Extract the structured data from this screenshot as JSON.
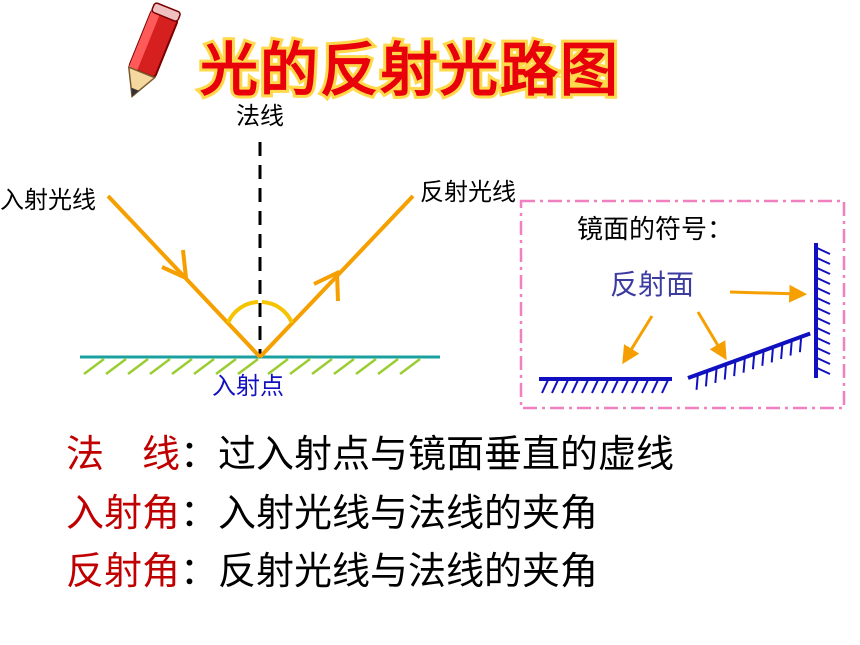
{
  "title": "光的反射光路图",
  "diagram": {
    "normal_label": "法线",
    "incident_ray_label": "入射光线",
    "reflected_ray_label": "反射光线",
    "incidence_point_label": "入射点"
  },
  "mirror_box": {
    "heading": "镜面的符号：",
    "reflect_surface_label": "反射面"
  },
  "definitions": [
    {
      "term": "法　线",
      "colon": "：",
      "desc": "过入射点与镜面垂直的虚线"
    },
    {
      "term": "入射角",
      "colon": "：",
      "desc": "入射光线与法线的夹角"
    },
    {
      "term": "反射角",
      "colon": "：",
      "desc": "反射光线与法线的夹角"
    }
  ],
  "colors": {
    "title_fill": "#e8000b",
    "title_outline": "#ffd94a",
    "ray": "#f5a000",
    "mirror_surface": "#1aa0a0",
    "hatch_green": "#9acd32",
    "mirror_symbol": "#1010c0",
    "box_border": "#f080c0",
    "term_red": "#c00000",
    "label_blue": "#1010c0",
    "label_purple": "#3c3ca0"
  },
  "icons": [
    "pencil-icon",
    "arrow-icon"
  ]
}
